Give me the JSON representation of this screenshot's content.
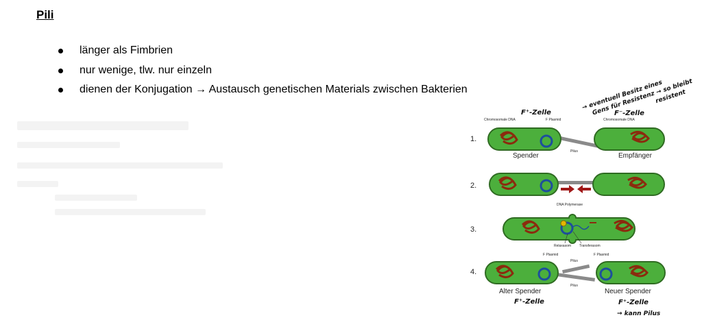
{
  "title": "Pili",
  "bullets": [
    "länger als Fimbrien",
    "nur wenige, tlw. nur einzeln",
    "dienen der Konjugation → Austausch genetischen Materials zwischen Bakterien"
  ],
  "diagram": {
    "steps": [
      "1.",
      "2.",
      "3.",
      "4."
    ],
    "chromosomal_dna_label": "Chromosomale DNA",
    "f_plasmid_label": "F Plasmid",
    "pilus_label": "Pilus",
    "spender": "Spender",
    "empfaenger": "Empfänger",
    "dna_polymerase": "DNA Polymerase",
    "relaxasom": "Relaxasom",
    "transferasom": "Transferasom",
    "alter_spender": "Alter Spender",
    "neuer_spender": "Neuer Spender"
  },
  "handwritten": {
    "f_plus_zelle": "F⁺-Zelle",
    "f_minus_zelle": "F⁻-Zelle",
    "note_line1": "→ eventuell Besitz eines",
    "note_line2": "Gens für Resistenz → so bleibt",
    "note_line3": "resistent",
    "f_plus_zelle_alt": "F⁺-Zelle",
    "f_plus_zelle_neu": "F⁺-Zelle",
    "kann_pilus": "→ kann Pilus"
  },
  "colors": {
    "cell_fill": "#4caf3c",
    "cell_stroke": "#2f6b22",
    "dna": "#8b2b0e",
    "plasmid": "#1d4f9c",
    "pilus": "#8a8a8a",
    "arrow": "#a01818"
  }
}
